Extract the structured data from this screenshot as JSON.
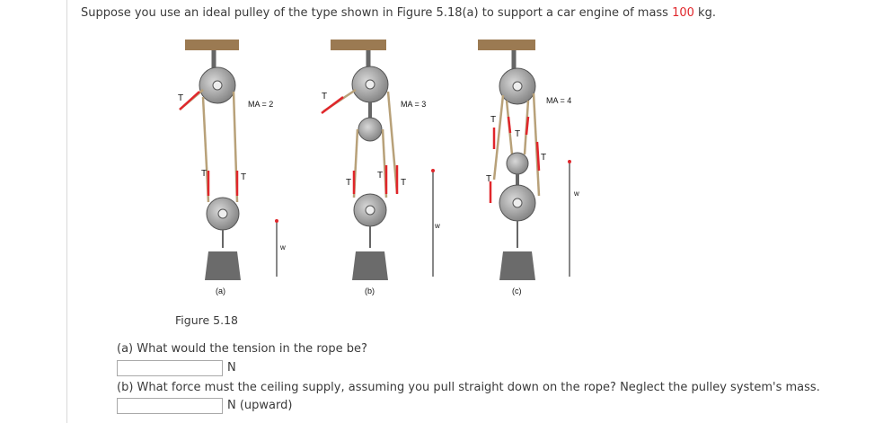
{
  "question": {
    "prefix": "Suppose you use an ideal pulley of the type shown in Figure 5.18(a) to support a car engine of mass ",
    "mass_value": "100",
    "suffix": " kg."
  },
  "figure": {
    "caption": "Figure 5.18",
    "panels": [
      {
        "label": "(a)",
        "ma": "MA = 2"
      },
      {
        "label": "(b)",
        "ma": "MA = 3"
      },
      {
        "label": "(c)",
        "ma": "MA = 4"
      }
    ],
    "tension_symbol": "T",
    "weight_symbol": "w",
    "colors": {
      "ceiling": "#9b7a52",
      "rope": "#b8a179",
      "pulley": "#8e8e8e",
      "arrow": "#e0262b",
      "weight": "#6b6b6b"
    }
  },
  "part_a": {
    "question": "(a) What would the tension in the rope be?",
    "value": "",
    "unit": "N"
  },
  "part_b": {
    "question": "(b) What force must the ceiling supply, assuming you pull straight down on the rope? Neglect the pulley system's mass.",
    "value": "",
    "unit": "N (upward)"
  }
}
